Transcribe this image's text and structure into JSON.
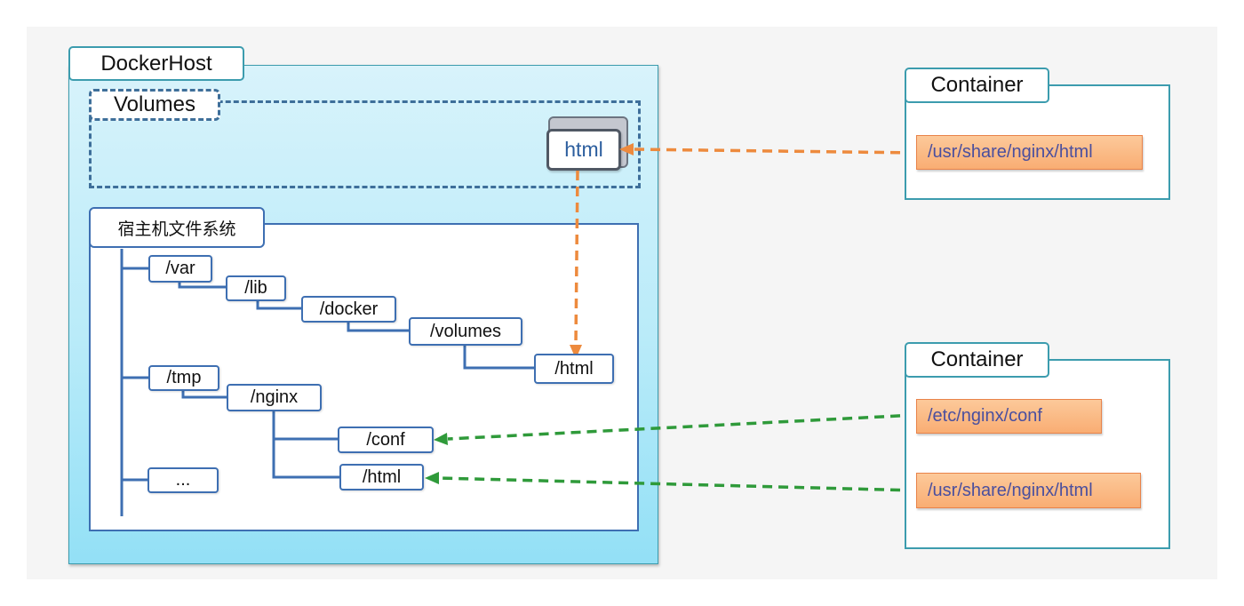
{
  "docker_host": {
    "title": "DockerHost",
    "volumes": {
      "title": "Volumes",
      "folder_label": "html"
    },
    "host_fs": {
      "title": "宿主机文件系统",
      "nodes": {
        "var": "/var",
        "lib": "/lib",
        "docker": "/docker",
        "volumes": "/volumes",
        "html_vol": "/html",
        "tmp": "/tmp",
        "nginx": "/nginx",
        "conf": "/conf",
        "html_tmp": "/html",
        "more": "..."
      }
    }
  },
  "containers": [
    {
      "title": "Container",
      "paths": [
        "/usr/share/nginx/html"
      ]
    },
    {
      "title": "Container",
      "paths": [
        "/etc/nginx/conf",
        "/usr/share/nginx/html"
      ]
    }
  ],
  "colors": {
    "volume_link": "#ed8a3d",
    "bind_link": "#2f9a3a",
    "tree_line": "#3e6fb2"
  }
}
